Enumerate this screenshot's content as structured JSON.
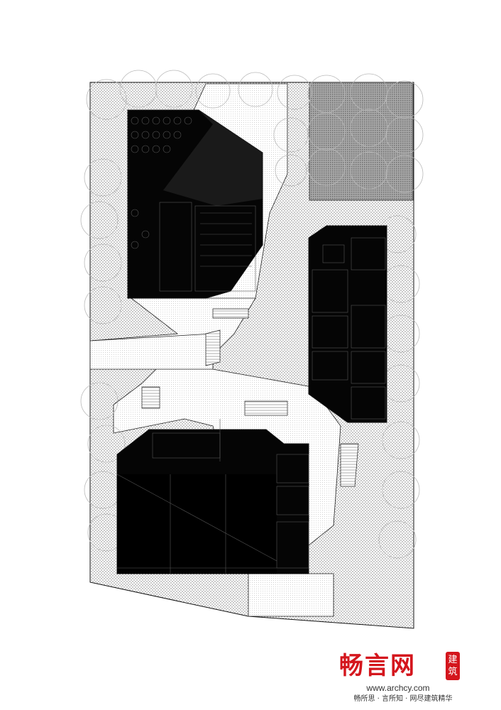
{
  "watermark": {
    "brand": "畅言网",
    "seal": "建筑",
    "url": "www.archcy.com",
    "slogan": "畅所思 · 言所知 · 网尽建筑精华",
    "brand_color": "#d4161d"
  },
  "plan": {
    "colors": {
      "building_fill": "#050505",
      "hatch_dot": "#8a8a8a",
      "parking_fill": "#9a9a9a",
      "outline": "#111111",
      "tree_outline": "#b0b0b0",
      "paper": "#ffffff"
    }
  }
}
